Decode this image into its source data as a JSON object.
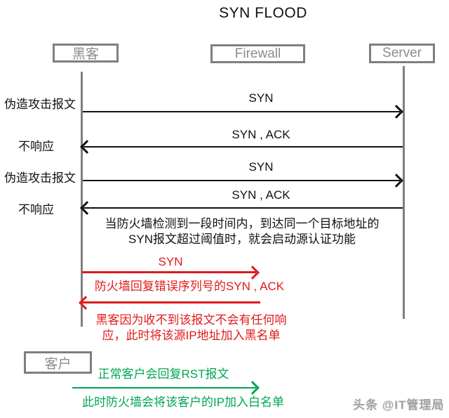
{
  "title": "SYN FLOOD",
  "actors": {
    "hacker": "黑客",
    "firewall": "Firewall",
    "server": "Server",
    "client": "客户"
  },
  "messages": [
    {
      "side_label": "伪造攻击报文",
      "arrow_label": "SYN",
      "direction": "right"
    },
    {
      "side_label": "不响应",
      "arrow_label": "SYN , ACK",
      "direction": "left"
    },
    {
      "side_label": "伪造攻击报文",
      "arrow_label": "SYN",
      "direction": "right"
    },
    {
      "side_label": "不响应",
      "arrow_label": "SYN , ACK",
      "direction": "left"
    }
  ],
  "firewall_note": {
    "line1": "当防火墙检测到一段时间内，到达同一个目标地址的",
    "line2": "SYN报文超过阈值时，就会启动源认证功能"
  },
  "source_auth_sequence": {
    "syn_label": "SYN",
    "reply_label": "防火墙回复错误序列号的SYN , ACK",
    "note_line1": "黑客因为收不到该报文不会有任何响",
    "note_line2": "应，此时将该源IP地址加入黑名单"
  },
  "client_sequence": {
    "rst_label": "正常客户会回复RST报文",
    "whitelist_label": "此时防火墙会将该客户的IP加入白名单"
  },
  "watermark": "头条 @IT管理局",
  "colors": {
    "attack_red": "#e01b1b",
    "normal_green": "#00a651",
    "neutral_gray": "#7f7f7f",
    "ink_black": "#111111"
  }
}
